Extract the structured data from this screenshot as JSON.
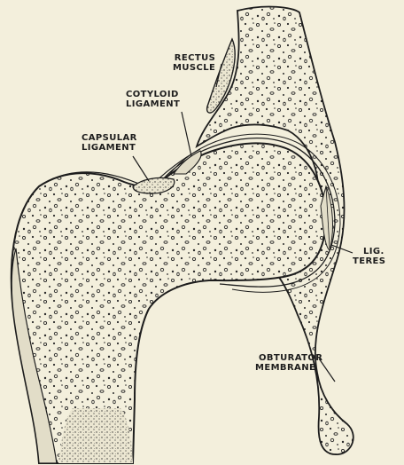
{
  "labels": {
    "rectus_muscle": [
      "RECTUS",
      "MUSCLE"
    ],
    "cotyloid_ligament": [
      "COTYLOID",
      "LIGAMENT"
    ],
    "capsular_ligament": [
      "CAPSULAR",
      "LIGAMENT"
    ],
    "lig_teres": [
      "LIG.",
      "TERES"
    ],
    "obturator_membrane": [
      "OBTURATOR",
      "MEMBRANE"
    ]
  },
  "colors": {
    "paper": "#f3efdc",
    "ink": "#1d1d1d",
    "cartilage": "#e4e0cc"
  }
}
